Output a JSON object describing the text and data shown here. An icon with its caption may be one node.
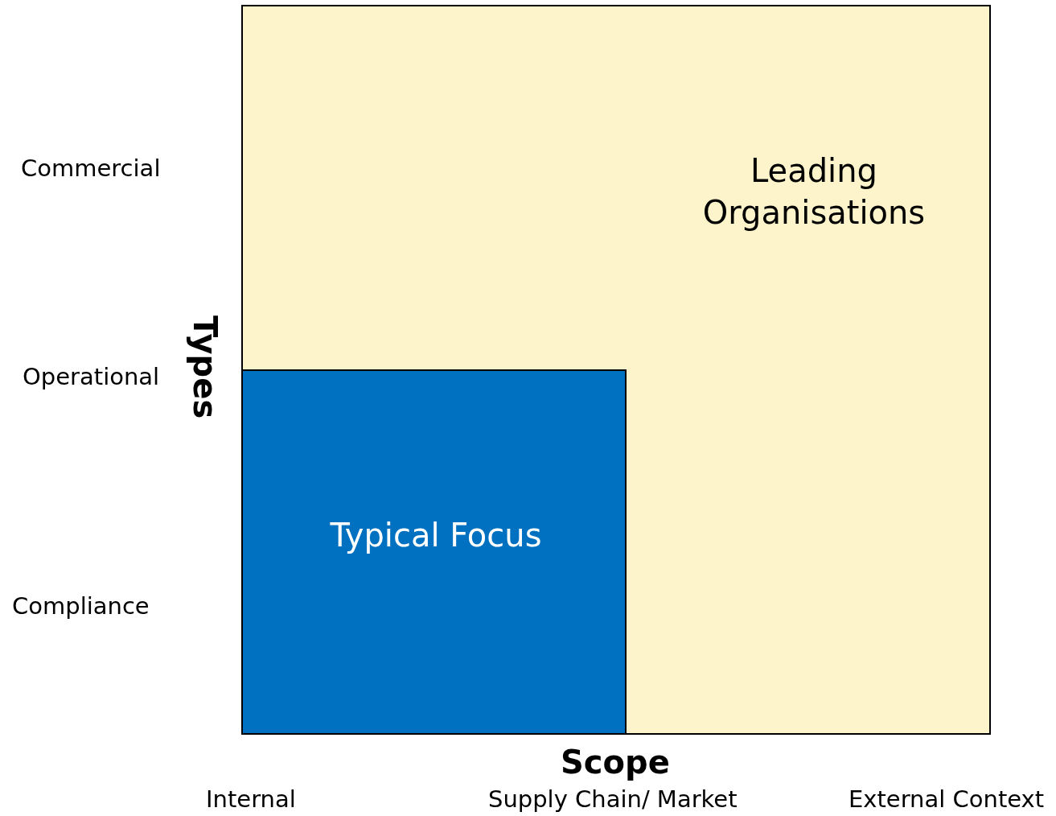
{
  "diagram": {
    "nodes": [
      {
        "text": [
          "Leading Organisations"
        ]
      },
      {
        "text": [
          "Typical Focus"
        ],
        "in": 0
      }
    ],
    "labels": [
      "Commercial",
      "Operational",
      "Types",
      "Compliance",
      "Scope",
      "Internal",
      "Supply Chain/ Market",
      "External Context"
    ]
  }
}
